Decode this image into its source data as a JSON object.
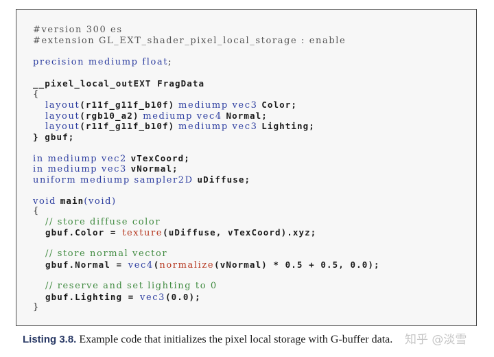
{
  "code": {
    "l1": "#version 300 es",
    "l2": "#extension GL_EXT_shader_pixel_local_storage : enable",
    "l3_kw": "precision mediump float",
    "l3_end": ";",
    "l4": "__pixel_local_outEXT FragData",
    "l5": "{",
    "l6_kw": "layout",
    "l6_a": "(r11f_g11f_b10f)",
    "l6_kw2": " mediump vec3 ",
    "l6_b": "Color;",
    "l7_kw": "layout",
    "l7_a": "(rgb10_a2)",
    "l7_kw2": " mediump vec4 ",
    "l7_b": "Normal;",
    "l8_kw": "layout",
    "l8_a": "(r11f_g11f_b10f)",
    "l8_kw2": " mediump vec3 ",
    "l8_b": "Lighting;",
    "l9": "} gbuf;",
    "l10_kw": "in mediump vec2 ",
    "l10_b": "vTexCoord;",
    "l11_kw": "in mediump vec3 ",
    "l11_b": "vNormal;",
    "l12_kw": "uniform mediump sampler2D ",
    "l12_b": "uDiffuse;",
    "l13_kw": "void ",
    "l13_b": "main",
    "l13_c": "(void)",
    "l14": "{",
    "l15": "// store diffuse color",
    "l16_a": "gbuf.Color = ",
    "l16_fn": "texture",
    "l16_b": "(uDiffuse, vTexCoord).xyz;",
    "l17": "// store normal vector",
    "l18_a": "gbuf.Normal = ",
    "l18_fn": "vec4",
    "l18_b": "(",
    "l18_fn2": "normalize",
    "l18_c": "(vNormal) * 0.5 + 0.5, 0.0);",
    "l19": "// reserve and set lighting to 0",
    "l20_a": "gbuf.Lighting = ",
    "l20_fn": "vec3",
    "l20_b": "(0.0);",
    "l21": "}"
  },
  "caption": {
    "label": "Listing 3.8.",
    "text": " Example code that initializes the pixel local storage with G-buffer data."
  },
  "watermark": "知乎 @淡雪",
  "colors": {
    "keyword": "#2d3ea0",
    "comment": "#3f8a3f",
    "function": "#b5361e",
    "caption_label": "#2a3a66"
  }
}
